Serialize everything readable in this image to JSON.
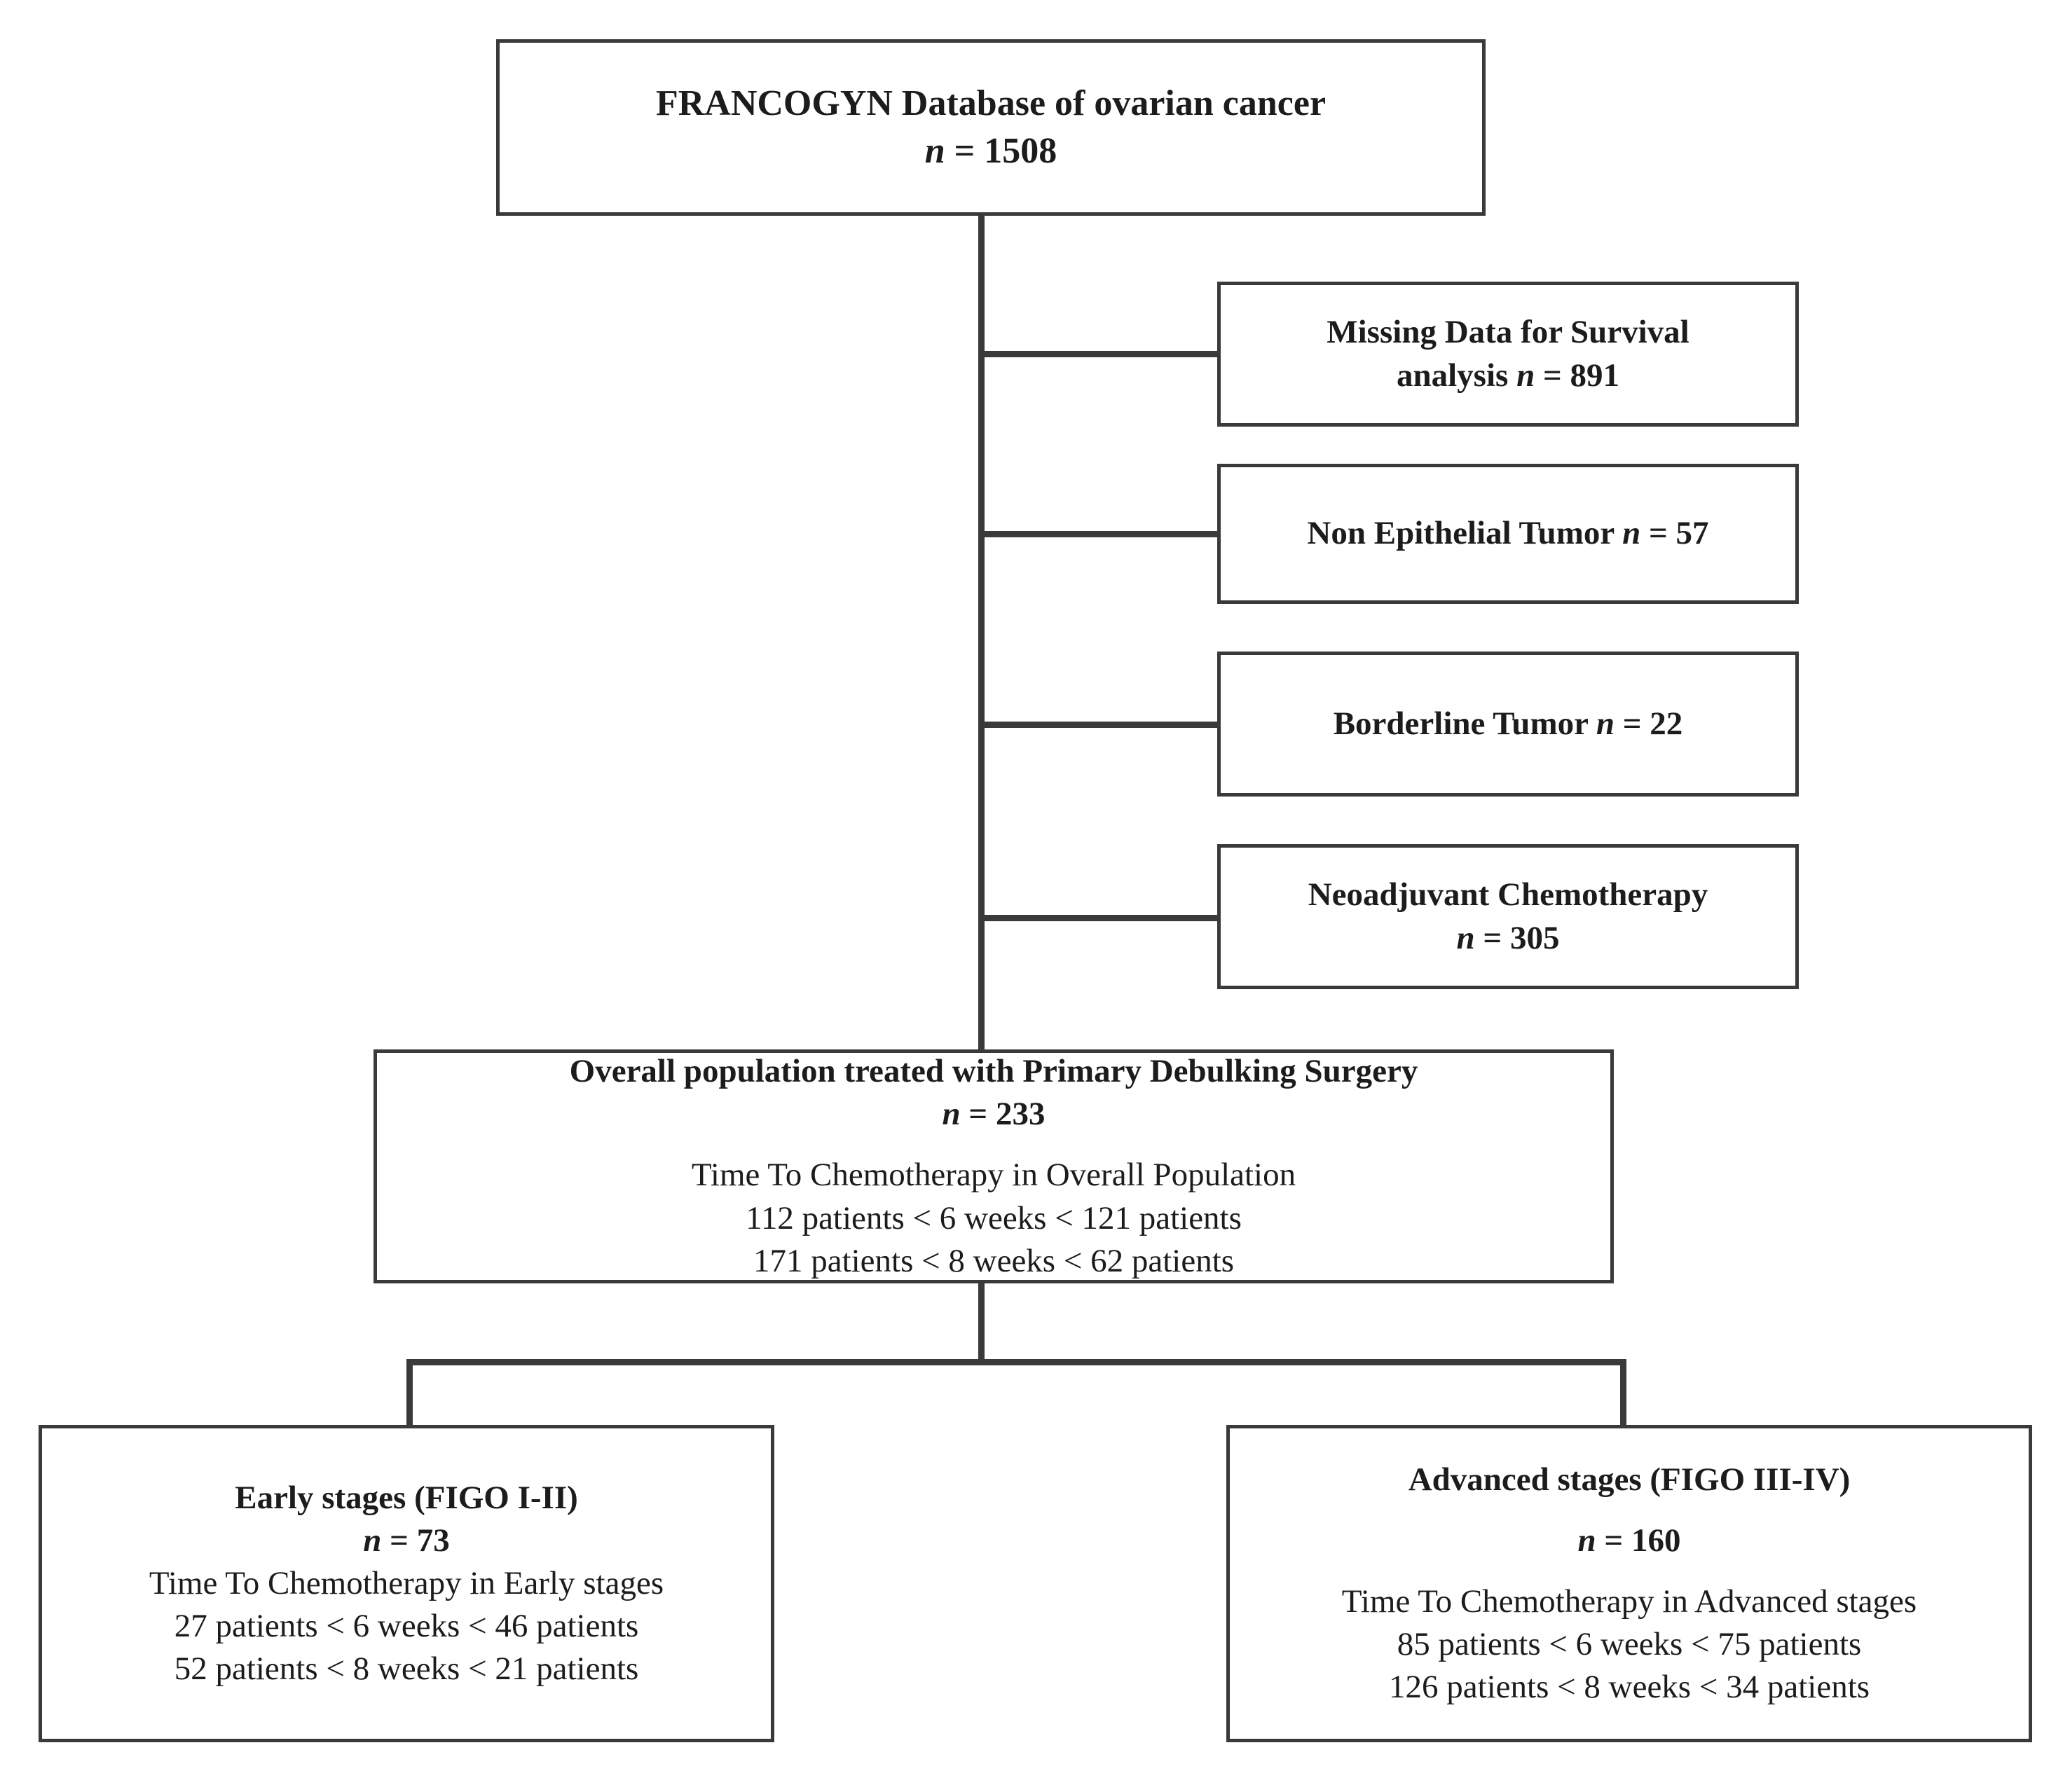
{
  "diagram": {
    "type": "flowchart",
    "title": "Patient selection flow chart",
    "line_color": "#3a3a3a",
    "background": "#ffffff"
  },
  "root": {
    "title": "FRANCOGYN Database of ovarian cancer",
    "n_label": "n",
    "n_eq": " = 1508"
  },
  "exclusions": [
    {
      "name": "missing-data",
      "line1": "Missing Data for Survival",
      "line2_pre": "analysis ",
      "n_label": "n",
      "line2_post": " = 891"
    },
    {
      "name": "non-epithelial-tumor",
      "line1_pre": "Non Epithelial Tumor ",
      "n_label": "n",
      "line1_post": " = 57"
    },
    {
      "name": "borderline-tumor",
      "line1_pre": "Borderline Tumor ",
      "n_label": "n",
      "line1_post": " = 22"
    },
    {
      "name": "neoadjuvant-chemotherapy",
      "line1": "Neoadjuvant Chemotherapy",
      "n_label": "n",
      "line2_post": "  = 305"
    }
  ],
  "overall": {
    "title": "Overall population treated with Primary Debulking Surgery",
    "n_label": "n",
    "n_eq": " = 233",
    "subtitle": "Time To Chemotherapy in Overall Population",
    "row_6weeks": "112 patients < 6 weeks < 121 patients",
    "row_8weeks": "171 patients < 8 weeks < 62 patients"
  },
  "branches": [
    {
      "name": "early-stages",
      "title": "Early stages (FIGO I-II)",
      "n_label": "n",
      "n_eq": " = 73",
      "subtitle": "Time To Chemotherapy in Early stages",
      "row_6weeks": "27 patients < 6 weeks < 46 patients",
      "row_8weeks": "52 patients < 8 weeks < 21 patients"
    },
    {
      "name": "advanced-stages",
      "title": "Advanced stages (FIGO III-IV)",
      "n_label": "n",
      "n_eq": "  = 160",
      "subtitle": "Time To Chemotherapy in Advanced stages",
      "row_6weeks": "85 patients < 6 weeks < 75 patients",
      "row_8weeks": "126 patients < 8 weeks < 34 patients"
    }
  ]
}
